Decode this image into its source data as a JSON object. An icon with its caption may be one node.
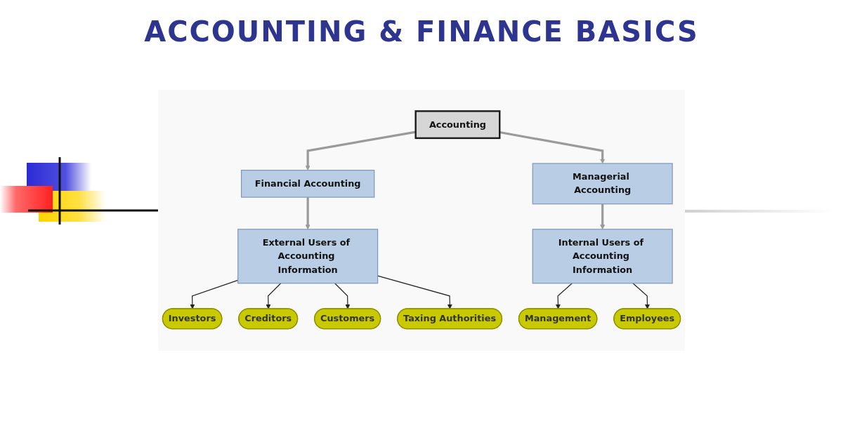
{
  "diagram": {
    "title": "ACCOUNTING & FINANCE BASICS",
    "nodes": [
      {
        "text": [
          "Accounting"
        ]
      },
      {
        "text": [
          "Financial Accounting"
        ]
      },
      {
        "text": [
          "Managerial Accounting"
        ]
      },
      {
        "text": [
          "External Users of Accounting Information"
        ]
      },
      {
        "text": [
          "Internal Users of Accounting Information"
        ]
      },
      {
        "text": [
          "Investors"
        ]
      },
      {
        "text": [
          "Creditors"
        ]
      },
      {
        "text": [
          "Customers"
        ]
      },
      {
        "text": [
          "Taxing Authorities"
        ]
      },
      {
        "text": [
          "Management"
        ]
      },
      {
        "text": [
          "Employees"
        ]
      }
    ],
    "edges": [
      {
        "from": 0,
        "to": 1,
        "arrow": "to",
        "style": "thick",
        "color": "#9a9a9a"
      },
      {
        "from": 0,
        "to": 2,
        "arrow": "to",
        "style": "thick",
        "color": "#9a9a9a"
      },
      {
        "from": 1,
        "to": 3,
        "arrow": "to",
        "style": "thick",
        "color": "#9a9a9a"
      },
      {
        "from": 2,
        "to": 4,
        "arrow": "to",
        "style": "thick",
        "color": "#9a9a9a"
      },
      {
        "from": 3,
        "to": 5,
        "arrow": "to"
      },
      {
        "from": 3,
        "to": 6,
        "arrow": "to"
      },
      {
        "from": 3,
        "to": 7,
        "arrow": "to"
      },
      {
        "from": 3,
        "to": 8,
        "arrow": "to"
      },
      {
        "from": 4,
        "to": 9,
        "arrow": "to"
      },
      {
        "from": 4,
        "to": 10,
        "arrow": "to"
      }
    ]
  }
}
